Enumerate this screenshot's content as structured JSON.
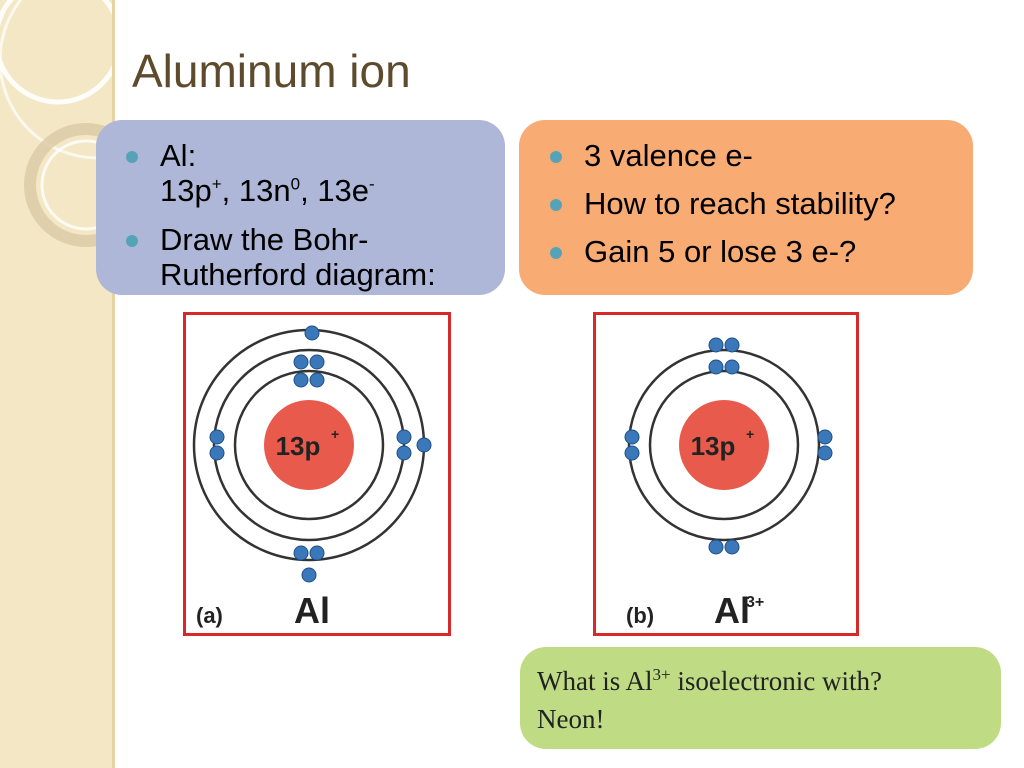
{
  "slide": {
    "title": "Aluminum ion",
    "left_box": {
      "item1_line1": "Al:",
      "item1_p": "13p",
      "item1_p_sup": "+",
      "item1_n": ", 13n",
      "item1_n_sup": "0",
      "item1_e": ", 13e",
      "item1_e_sup": "-",
      "item2": "Draw the Bohr-Rutherford diagram:"
    },
    "right_box": {
      "item1": "3 valence e-",
      "item2": "How to reach stability?",
      "item3": "Gain 5 or lose 3 e-?"
    },
    "diagram_a": {
      "nucleus": "13p",
      "nucleus_sup": "+",
      "label": "(a)",
      "symbol": "Al",
      "symbol_sup": ""
    },
    "diagram_b": {
      "nucleus": "13p",
      "nucleus_sup": "+",
      "label": "(b)",
      "symbol": "Al",
      "symbol_sup": "3+"
    },
    "note": {
      "q_before": "What is Al",
      "q_sup": "3+",
      "q_after": " isoelectronic with?",
      "answer": "Neon!"
    }
  },
  "colors": {
    "band": "#f4e7c5",
    "title": "#5e4a2c",
    "box_blue": "#aeb7d7",
    "box_orange": "#f9ab74",
    "box_green": "#bfdc85",
    "bullet": "#56a3b8",
    "diagram_border": "#d8292a",
    "nucleus": "#e85b4c",
    "electron": "#3b78b9"
  }
}
